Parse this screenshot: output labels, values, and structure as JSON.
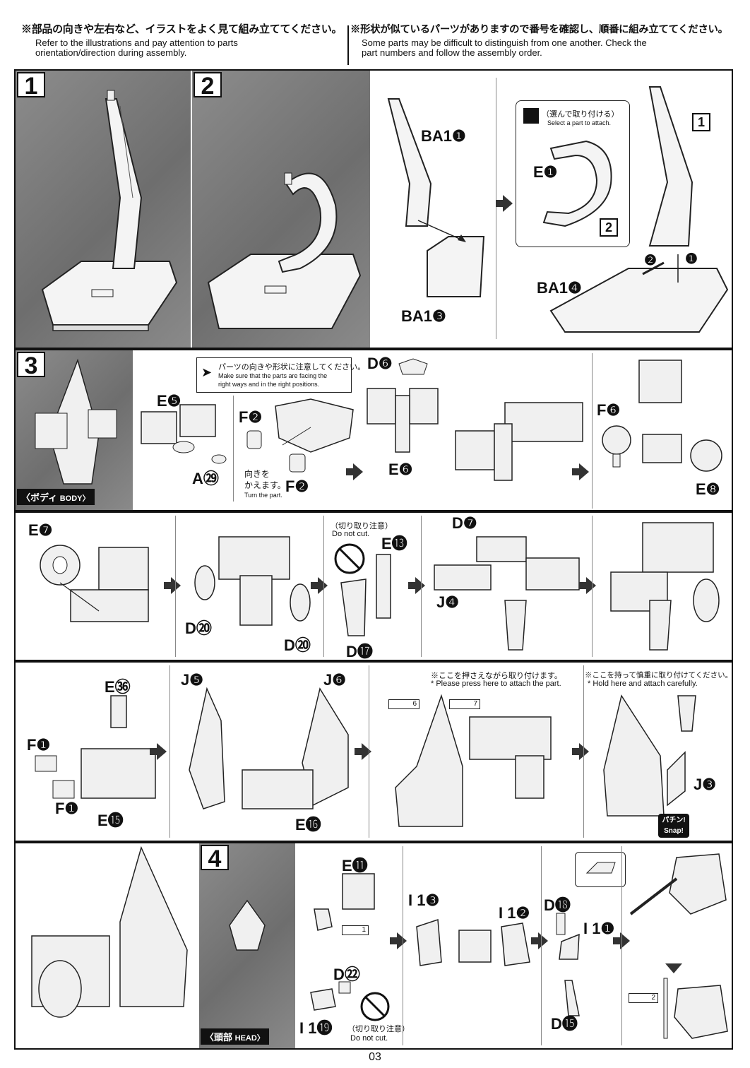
{
  "header": {
    "left_jp": "※部品の向きや左右など、イラストをよく見て組み立ててください。",
    "left_en_1": "Refer to the illustrations and pay attention to parts",
    "left_en_2": "orientation/direction during assembly.",
    "right_jp": "※形状が似ているパーツがありますので番号を確認し、順番に組み立ててください。",
    "right_en_1": "Some parts may be difficult to distinguish from one another. Check the",
    "right_en_2": "part numbers and follow the assembly order."
  },
  "steps": {
    "s1": "1",
    "s2": "2",
    "s3": "3",
    "s4": "4"
  },
  "stand": {
    "ba1_1": "BA1❶",
    "ba1_3": "BA1❸",
    "ba1_4": "BA1❹",
    "e1": "E❶",
    "select_jp": "（選んで取り付ける）",
    "select_en": "Select a part to attach.",
    "ref1": "1",
    "ref2": "2",
    "n1": "❶",
    "n2": "❷"
  },
  "body": {
    "caption_jp": "〈ボディ",
    "caption_en": "BODY〉",
    "notice_jp": "パーツの向きや形状に注意してください。",
    "notice_en_1": "Make sure that the parts are facing the",
    "notice_en_2": "right ways and in the right positions.",
    "e5": "E❺",
    "a29": "A㉙",
    "f2a": "F❷",
    "f2b": "F❷",
    "turn_jp_1": "向きを",
    "turn_jp_2": "かえます。",
    "turn_en": "Turn the part.",
    "d6": "D❻",
    "e6": "E❻",
    "f6": "F❻",
    "e8": "E❽"
  },
  "row3": {
    "e7": "E❼",
    "d20a": "D⑳",
    "d20b": "D⑳",
    "nocut_jp": "（切り取り注意）",
    "nocut_en": "Do not cut.",
    "e13": "E⓭",
    "d17": "D⓱",
    "d7": "D❼",
    "j4": "J❹"
  },
  "row4": {
    "e36": "E㊱",
    "f1a": "F❶",
    "f1b": "F❶",
    "e15": "E⓯",
    "j5": "J❺",
    "j6": "J❻",
    "e16": "E⓰",
    "press_jp": "※ここを押さえながら取り付けます。",
    "press_en": "* Please press here to attach the part.",
    "hold_jp": "※ここを持って慎重に取り付けてください。",
    "hold_en": "* Hold here and attach carefully.",
    "ref6": "6",
    "ref7": "7",
    "j3": "J❸",
    "snap_jp": "パチン!",
    "snap_en": "Snap!"
  },
  "head": {
    "caption_jp": "〈頭部",
    "caption_en": "HEAD〉",
    "e11": "E⓫",
    "ref1": "1",
    "d22": "D㉒",
    "i19": "I 1⓳",
    "nocut_jp": "（切り取り注意）",
    "nocut_en": "Do not cut.",
    "i13": "I 1❸",
    "i12": "I 1❷",
    "d18": "D⓲",
    "i11": "I 1❶",
    "d15": "D⓯",
    "ref2": "2"
  },
  "footer": {
    "page": "03"
  }
}
